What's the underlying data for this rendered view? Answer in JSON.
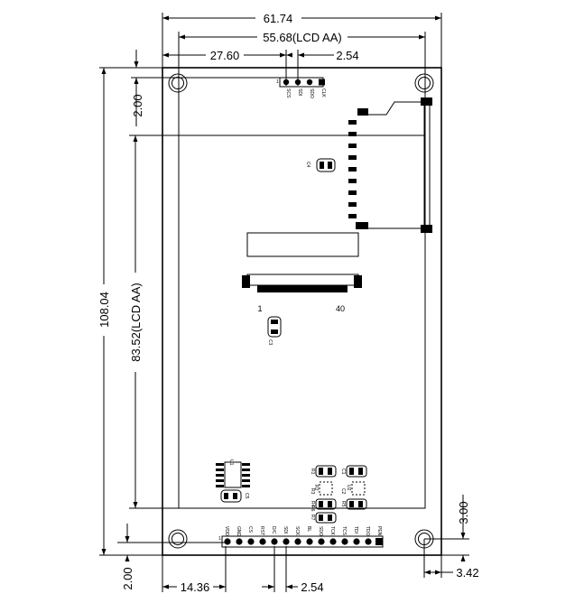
{
  "dimensions": {
    "board_width": "61.74",
    "lcd_aa_width": "55.68(LCD AA)",
    "spi_offset": "27.60",
    "top_pitch": "2.54",
    "top_margin": "2.00",
    "board_height": "108.04",
    "lcd_aa_height": "83.52(LCD AA)",
    "bottom_margin": "2.00",
    "bottom_offset": "14.36",
    "bottom_pitch": "2.54",
    "hole_right": "3.42",
    "hole_bottom": "3.00"
  },
  "top_header_pins": [
    "SCS",
    "SDI",
    "SDO",
    "CLK"
  ],
  "bottom_header_pins": [
    "VDD",
    "GND",
    "CS",
    "RST",
    "D/C",
    "SDI",
    "SCK",
    "BL",
    "SDO",
    "TCK",
    "TCS",
    "TDI",
    "TDO",
    "PEN"
  ],
  "bottom_header_first": "1",
  "fpc": {
    "start_label": "1",
    "end_label": "40"
  },
  "components": {
    "c4": "C4",
    "c3": "C3",
    "c5": "C5",
    "u1": "U1",
    "u2": "U2",
    "r1": "R1",
    "r2": "R2",
    "r3": "R3",
    "r4": "R4",
    "r5": "R5",
    "c1": "C1",
    "c2": "C2",
    "r6": "R6",
    "r7": "R7"
  },
  "top_header_first": "1"
}
